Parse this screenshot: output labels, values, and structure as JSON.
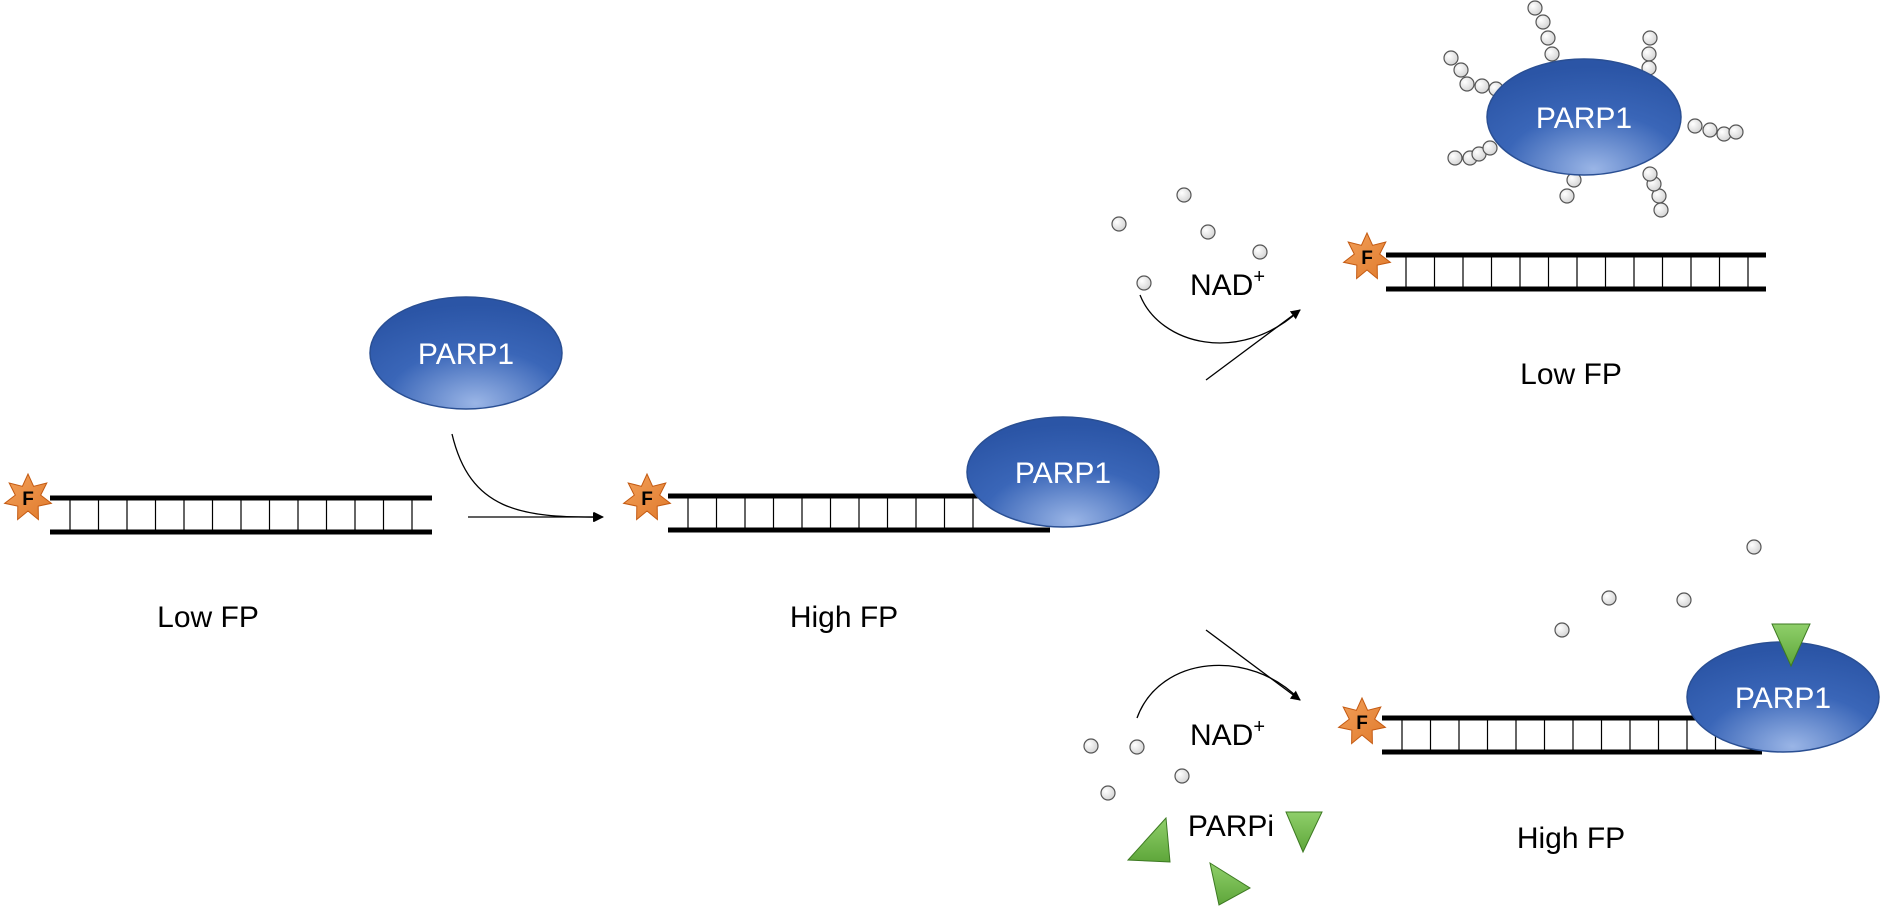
{
  "labels": {
    "free_probe": "Low FP",
    "bound_probe": "High FP",
    "parylated": "Low FP",
    "inhibited": "High FP"
  },
  "protein_label": "PARP1",
  "fluorophore_label": "F",
  "reagents": {
    "nad_base": "NAD",
    "nad_charge": "+",
    "inhibitor": "PARPi"
  },
  "colors": {
    "protein_dark": "#2b55a6",
    "protein_light": "#9ab5e6",
    "protein_stroke": "#2a4f93",
    "fluorophore": "#e07a2c",
    "inhibitor": "#5ea63a",
    "nad_bead": "#d4d4d4",
    "dna_strand": "#000000"
  },
  "icons": {
    "fluorophore": "star-burst-icon",
    "protein": "ellipse-protein-icon",
    "nad": "bead-icon",
    "inhibitor": "triangle-icon"
  }
}
